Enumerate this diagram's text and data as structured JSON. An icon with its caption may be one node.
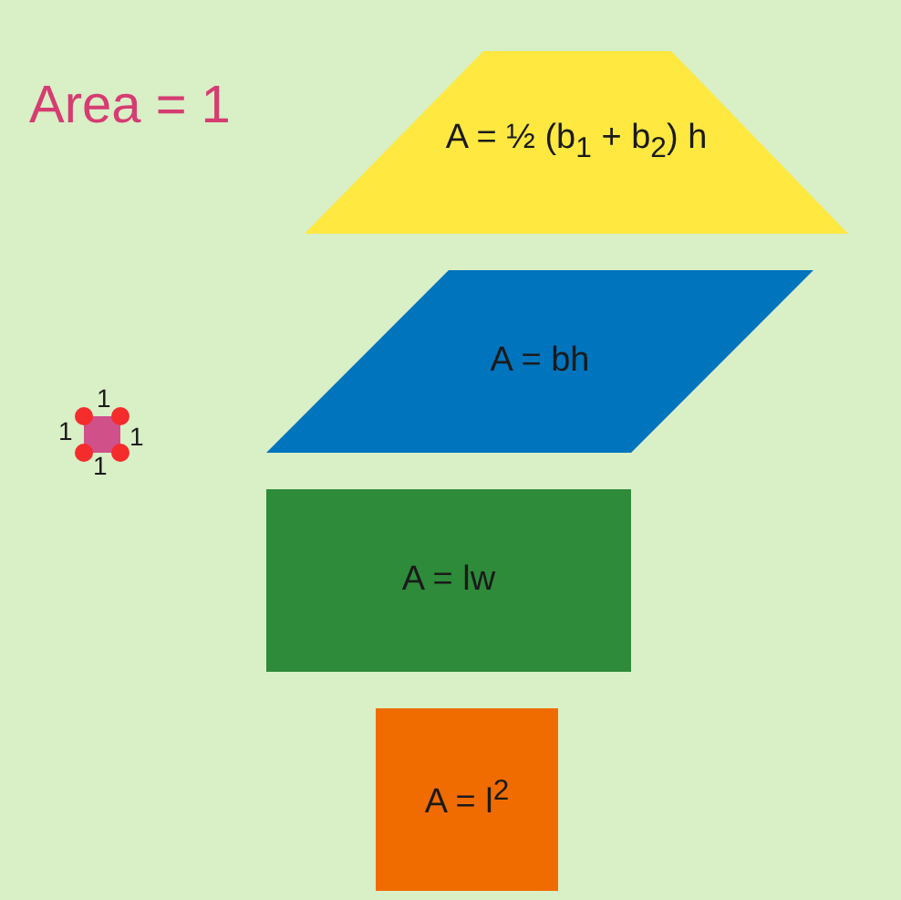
{
  "diagram": {
    "nodes": [
      {
        "text": [
          "A = ½ (b$_{1}$ + b$_{2}$) h"
        ]
      },
      {
        "text": [
          "A = bh"
        ]
      },
      {
        "text": [
          "A = lw"
        ]
      },
      {
        "text": [
          "A = l$^{2}$"
        ]
      },
      {
        "text": [],
        "shape": "box",
        "beside": [
          "1",
          "1",
          "1",
          "1"
        ]
      }
    ],
    "edges": [],
    "labels": [
      "Area = 1"
    ]
  }
}
